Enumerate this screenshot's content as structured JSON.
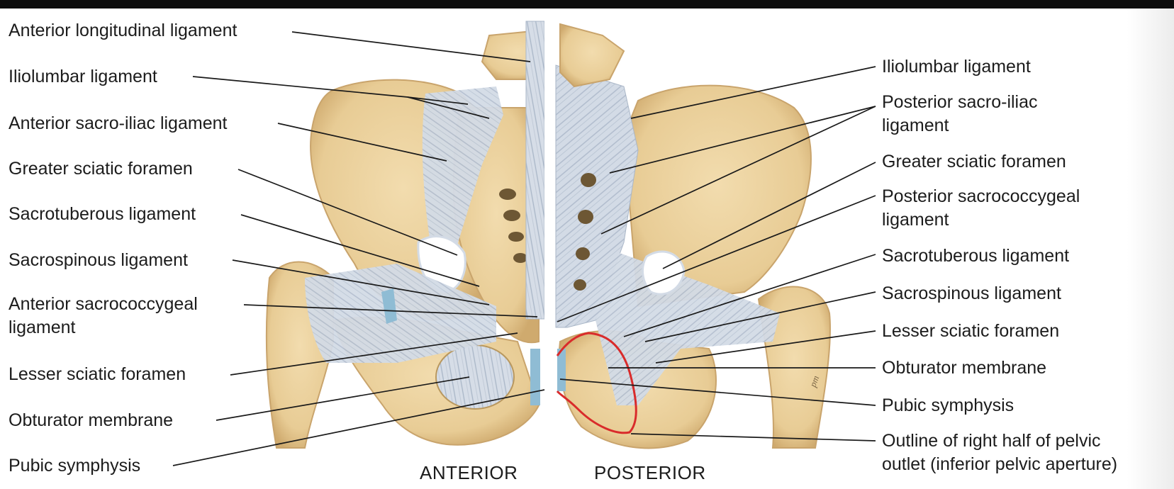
{
  "left_labels": [
    "Anterior longitudinal ligament",
    "Iliolumbar ligament",
    "Anterior sacro-iliac ligament",
    "Greater sciatic foramen",
    "Sacrotuberous ligament",
    "Sacrospinous ligament",
    "Anterior sacrococcygeal\nligament",
    "Lesser sciatic foramen",
    "Obturator membrane",
    "Pubic symphysis"
  ],
  "right_labels": [
    "Iliolumbar ligament",
    "Posterior sacro-iliac\nligament",
    "Greater sciatic foramen",
    "Posterior sacrococcygeal\nligament",
    "Sacrotuberous ligament",
    "Sacrospinous ligament",
    "Lesser sciatic foramen",
    "Obturator membrane",
    "Pubic symphysis",
    "Outline of right half of pelvic\noutlet (inferior pelvic aperture)"
  ],
  "captions": {
    "anterior": "ANTERIOR",
    "posterior": "POSTERIOR"
  },
  "signature": "pm",
  "colors": {
    "bone": "#ecd4a4",
    "bone_shadow": "#c9a46c",
    "ligament": "#d3dbe6",
    "ligament_fiber": "#a9b6c7",
    "cartilage": "#8fbcd4",
    "outline": "#d92b2b"
  }
}
